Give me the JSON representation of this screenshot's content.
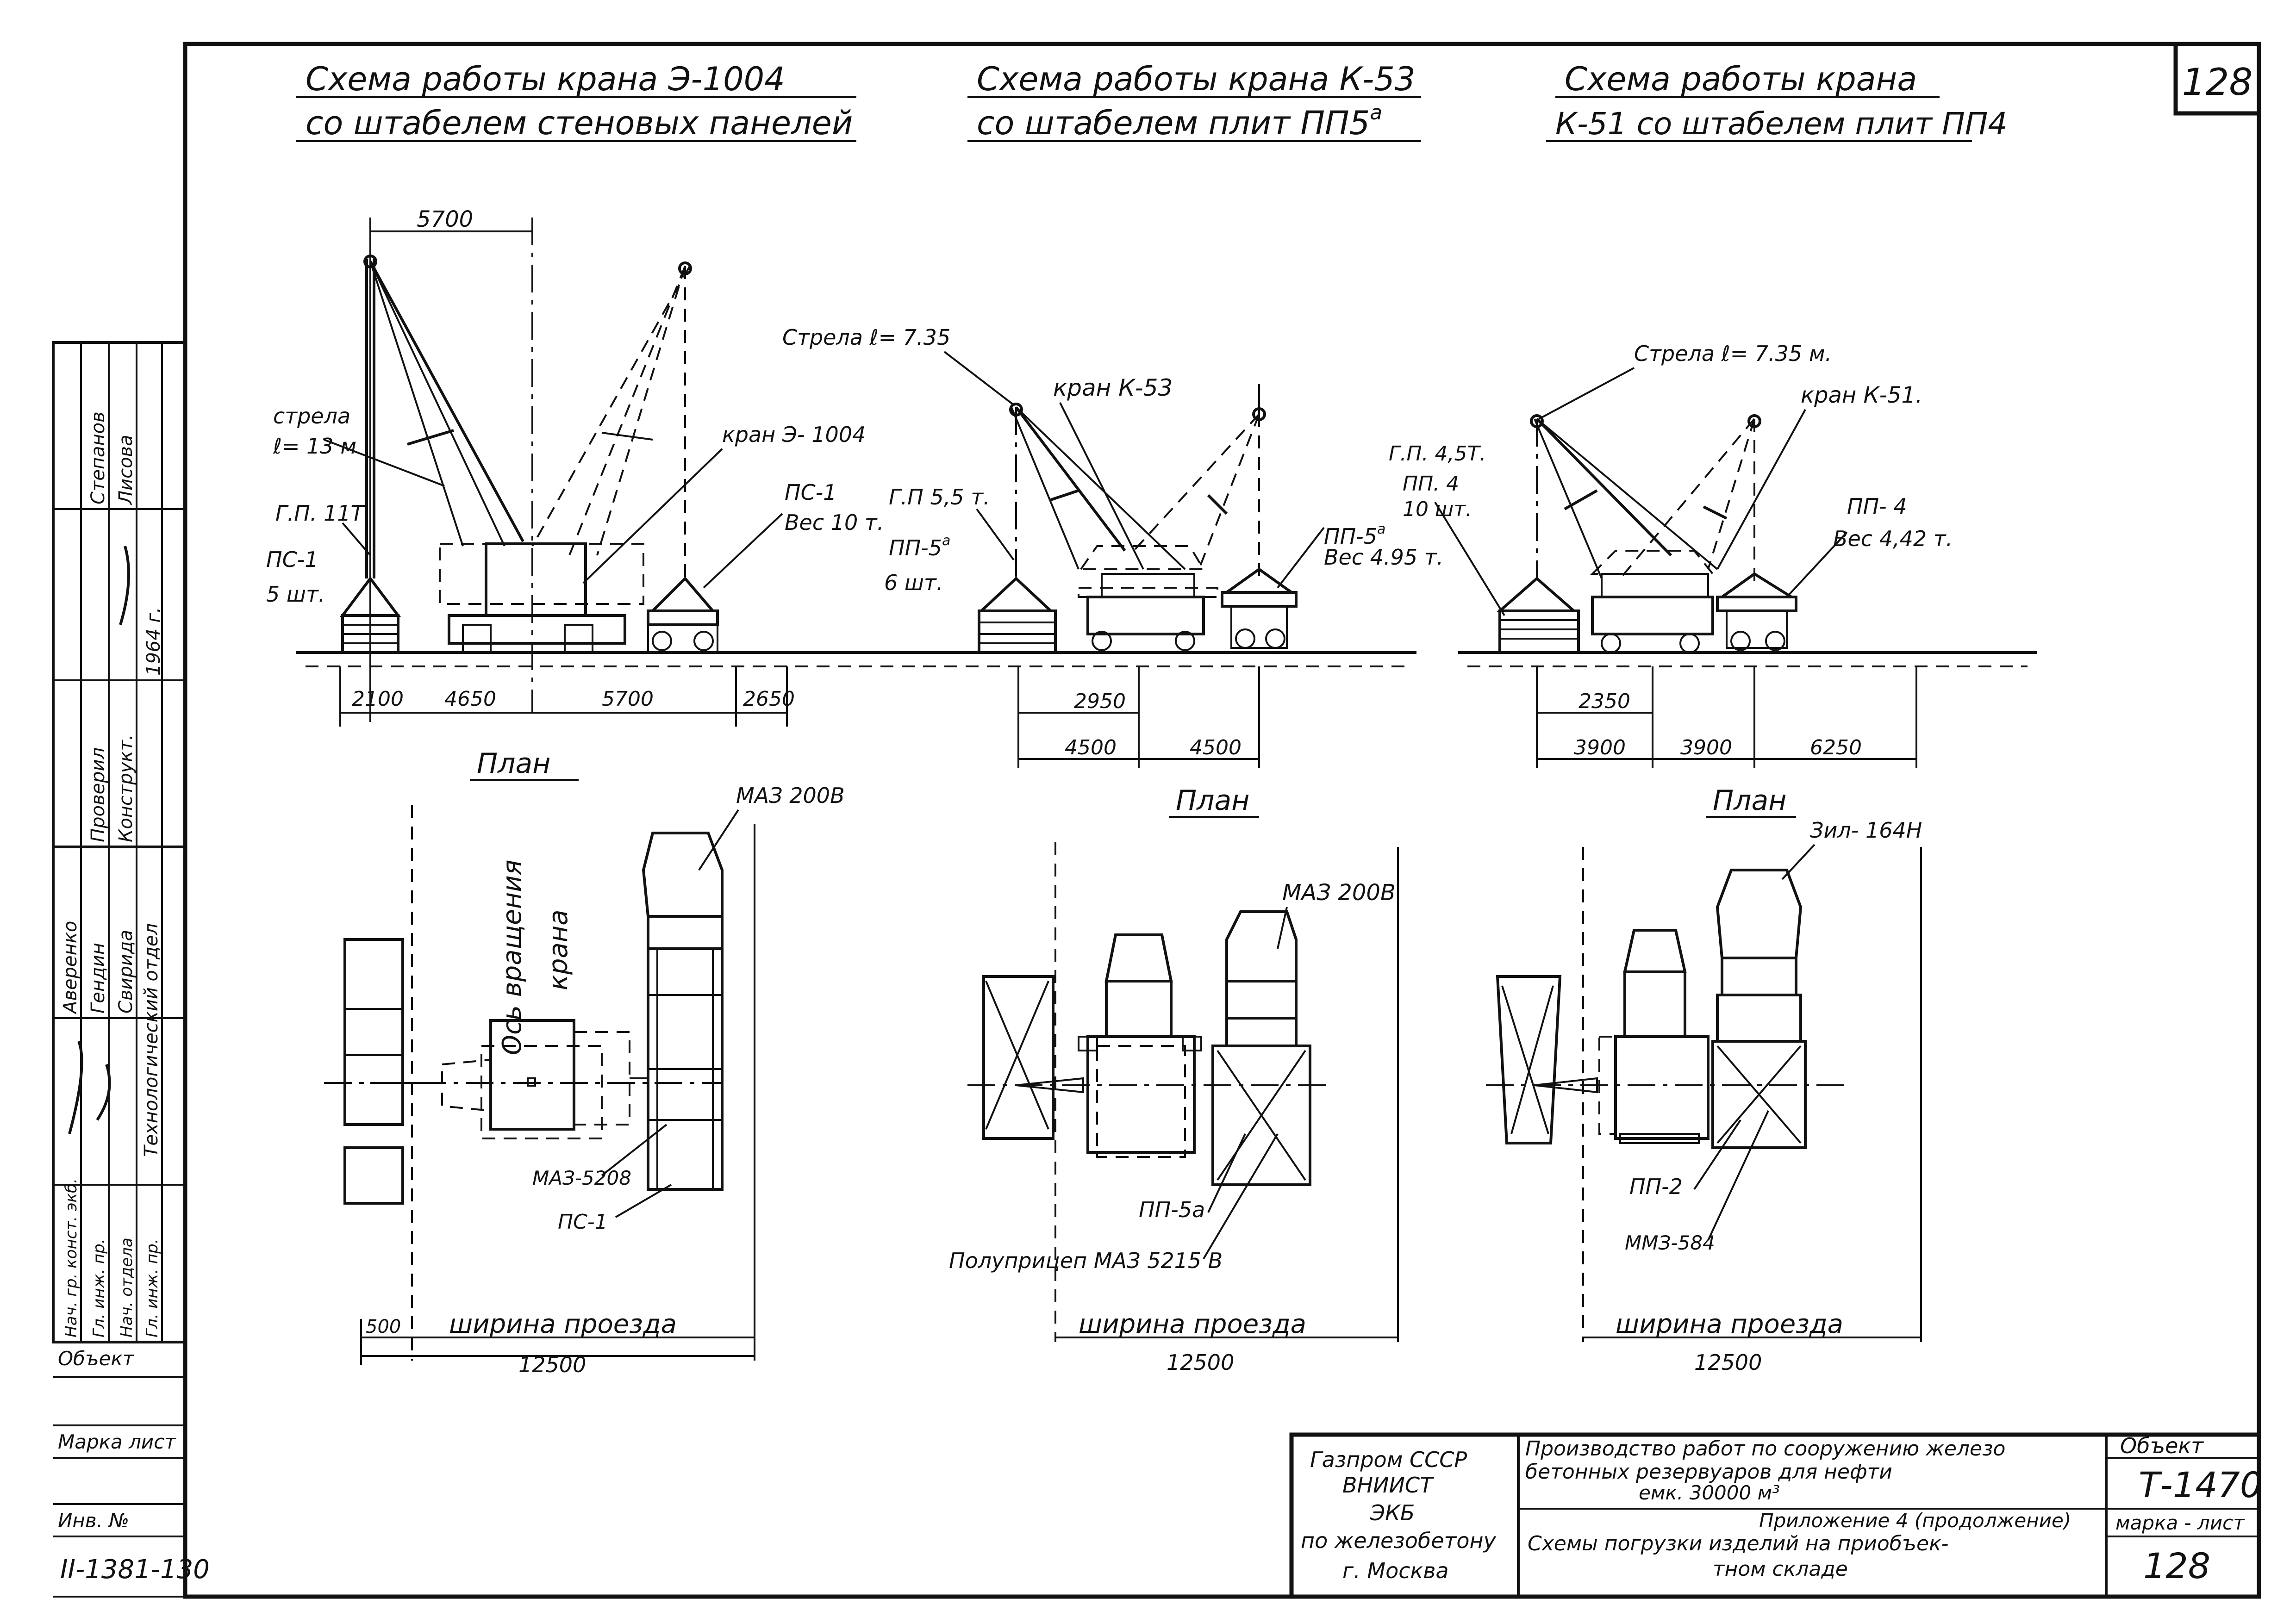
{
  "sheet": {
    "number": "128"
  },
  "schemes": [
    {
      "title1": "Схема работы крана Э-1004",
      "title2": "со штабелем стеновых панелей"
    },
    {
      "title1": "Схема работы крана К-53",
      "title2": "со штабелем плит ПП5",
      "sup": "а"
    },
    {
      "title1": "Схема работы крана",
      "title2": "К-51 со штабелем плит ПП4"
    }
  ],
  "elev1": {
    "dim_top": "5700",
    "boom1": "стрела",
    "boom2": "ℓ= 13 м",
    "crane": "кран Э- 1004",
    "gp": "Г.П. 11Т.",
    "stack1": "ПС-1",
    "stack2": "5 шт.",
    "ps1": "ПС-1",
    "ps2": "Вес 10 т.",
    "dims": [
      "2100",
      "4650",
      "5700",
      "2650"
    ]
  },
  "elev2": {
    "boom": "Стрела ℓ= 7.35",
    "crane": "кран К-53",
    "gp": "Г.П 5,5 т.",
    "pp1": "ПП-5",
    "pp1sup": "а",
    "pp2": "6 шт.",
    "pr1": "ПП-5",
    "pr1sup": "а",
    "pr2": "Вес 4.95 т.",
    "dims": [
      "2950",
      "4500",
      "4500"
    ]
  },
  "elev3": {
    "boom": "Стрела ℓ= 7.35 м.",
    "crane": "кран К-51.",
    "gp": "Г.П. 4,5Т.",
    "pp1": "ПП. 4",
    "pp2": "10 шт.",
    "pr1": "ПП- 4",
    "pr2": "Вес 4,42 т.",
    "dims": [
      "2350",
      "3900",
      "3900",
      "6250"
    ]
  },
  "plan1": {
    "title": "План",
    "axis1": "Ось вращения",
    "axis2": "крана",
    "truck": "МАЗ 200В",
    "trailer": "МАЗ-5208",
    "ps": "ПС-1",
    "dim500": "500",
    "width": "ширина проезда",
    "dim": "12500"
  },
  "plan2": {
    "title": "План",
    "truck": "МАЗ 200В",
    "pp": "ПП-5а",
    "trailer": "Полуприцеп МАЗ 5215 В",
    "width": "ширина проезда",
    "dim": "12500"
  },
  "plan3": {
    "title": "План",
    "truck": "Зил- 164Н",
    "pp": "ПП-2",
    "trailer": "ММЗ-584",
    "width": "ширина проезда",
    "dim": "12500"
  },
  "side_stamp": {
    "rows": [
      {
        "role": "Нач. гр. конст. экб.",
        "name": "Аверенко",
        "role2": "Проверил",
        "name2": "Степанов"
      },
      {
        "role": "Гл. инж. пр.",
        "name": "Гендин",
        "role2": "Конструкт.",
        "name2": "Лисова"
      },
      {
        "role": "Нач. отдела",
        "name": "Свирида"
      },
      {
        "role": "Гл. инж. пр.",
        "name": "Технологический отдел"
      }
    ],
    "year": "1964 г.",
    "obj": "Объект",
    "mark": "Марка лист",
    "inv": "Инв. №",
    "inv_no": "II-1381-130"
  },
  "title_block": {
    "org1": "Газпром СССР",
    "org2": "ВНИИСТ",
    "org3": "ЭКБ",
    "org4": "по железобетону",
    "org5": "г. Москва",
    "desc1": "Производство работ по сооружению железо",
    "desc2": "бетонных резервуаров для нефти",
    "desc3": "емк. 30000 м³",
    "app1": "Приложение 4 (продолжение)",
    "app2": "Схемы погрузки изделий на приобъек-",
    "app3": "тном складе",
    "obj_label": "Объект",
    "obj_val": "Т-1470",
    "mark_label": "марка - лист",
    "mark_val": "128"
  }
}
